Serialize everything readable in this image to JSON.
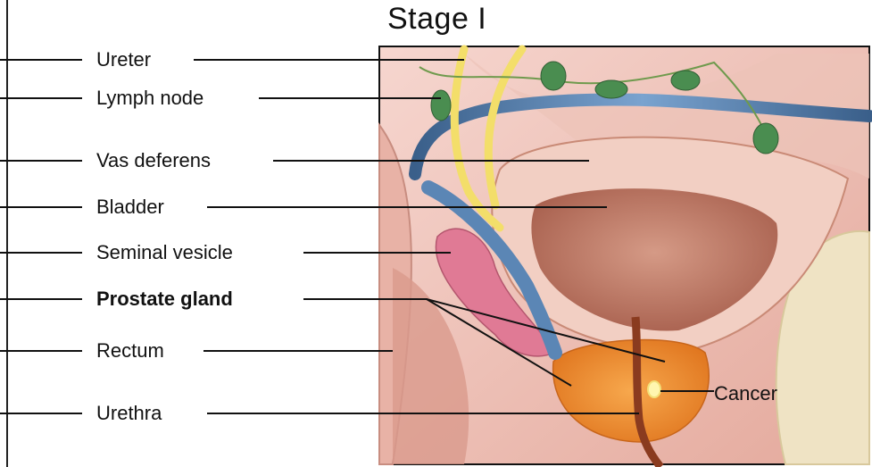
{
  "title": "Stage I",
  "labels": [
    {
      "key": "ureter",
      "text": "Ureter",
      "bold": false
    },
    {
      "key": "lymph-node",
      "text": "Lymph node",
      "bold": false
    },
    {
      "key": "vas-deferens",
      "text": "Vas deferens",
      "bold": false
    },
    {
      "key": "bladder",
      "text": "Bladder",
      "bold": false
    },
    {
      "key": "seminal-vesicle",
      "text": "Seminal vesicle",
      "bold": false
    },
    {
      "key": "prostate-gland",
      "text": "Prostate gland",
      "bold": true
    },
    {
      "key": "rectum",
      "text": "Rectum",
      "bold": false
    },
    {
      "key": "urethra",
      "text": "Urethra",
      "bold": false
    }
  ],
  "cancer_label": "Cancer",
  "colors": {
    "tissue_pink": "#e9b8ad",
    "bladder": "#c98a76",
    "prostate": "#f0923a",
    "ureter_yellow": "#f3de6a",
    "vas_blue": "#4d78a8",
    "lymph_green": "#4a8d50",
    "seminal_pink": "#e07a95",
    "bone": "#efe3c4"
  }
}
